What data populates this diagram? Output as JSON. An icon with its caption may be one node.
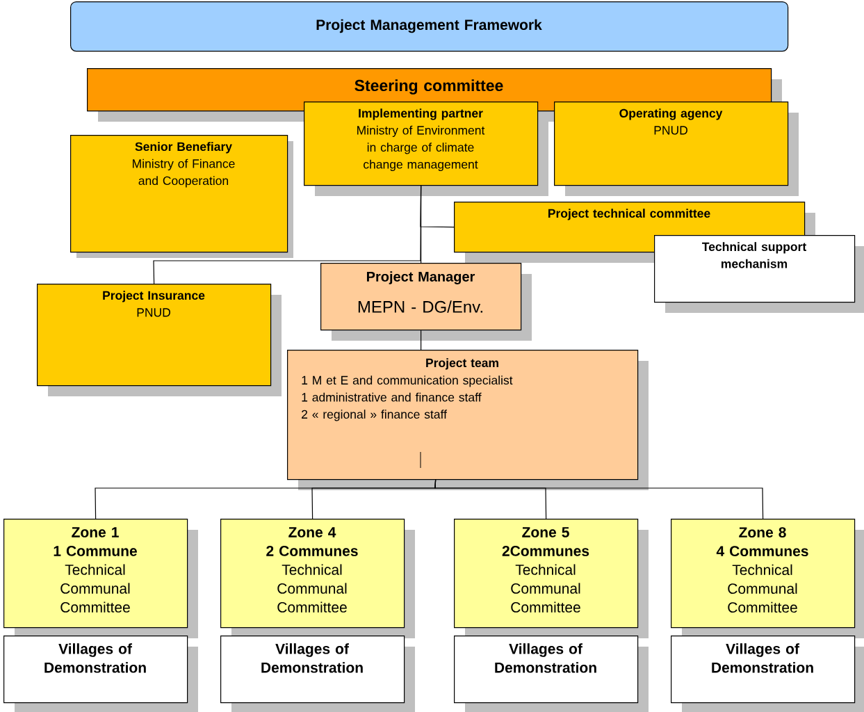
{
  "diagram": {
    "nodes": [
      {
        "text": [
          "Project Management Framework"
        ]
      },
      {
        "text": [
          "Steering committee"
        ]
      },
      {
        "text": [
          "Implementing partner",
          "Ministry of Environment in charge of climate change management"
        ]
      },
      {
        "text": [
          "Operating agency",
          "PNUD"
        ]
      },
      {
        "text": [
          "Senior Benefiary",
          "Ministry of Finance and Cooperation"
        ]
      },
      {
        "text": [
          "Project technical committee"
        ]
      },
      {
        "text": [
          "Technical support mechanism"
        ]
      },
      {
        "text": [
          "Project Manager",
          "MEPN - DG/Env."
        ]
      },
      {
        "text": [
          "Project Insurance",
          "PNUD"
        ]
      },
      {
        "text": [
          "Project team",
          "1 M et E and communication specialist",
          "1 administrative and finance staff",
          "2 « regional » finance staff"
        ]
      },
      {
        "text": [
          "Zone 1",
          "1 Commune",
          "Technical Communal Committee"
        ]
      },
      {
        "text": [
          "Villages of Demonstration"
        ]
      },
      {
        "text": [
          "Zone 4",
          "2 Communes",
          "Technical Communal Committee"
        ]
      },
      {
        "text": [
          "Villages of Demonstration"
        ]
      },
      {
        "text": [
          "Zone 5",
          "2Communes",
          "Technical Communal Committee"
        ]
      },
      {
        "text": [
          "Villages of Demonstration"
        ]
      },
      {
        "text": [
          "Zone 8",
          "4 Communes",
          "Technical Communal Committee"
        ]
      },
      {
        "text": [
          "Villages of Demonstration"
        ]
      }
    ],
    "edges": [
      {
        "from": 2,
        "to": 7,
        "arrow": "none"
      },
      {
        "from": 2,
        "to": 5,
        "arrow": "none"
      },
      {
        "from": 2,
        "to": 8,
        "arrow": "none"
      },
      {
        "from": 7,
        "to": 9,
        "arrow": "none"
      },
      {
        "from": 9,
        "to": 10,
        "arrow": "none"
      },
      {
        "from": 9,
        "to": 12,
        "arrow": "none"
      },
      {
        "from": 9,
        "to": 14,
        "arrow": "none"
      },
      {
        "from": 9,
        "to": 16,
        "arrow": "none"
      }
    ]
  }
}
